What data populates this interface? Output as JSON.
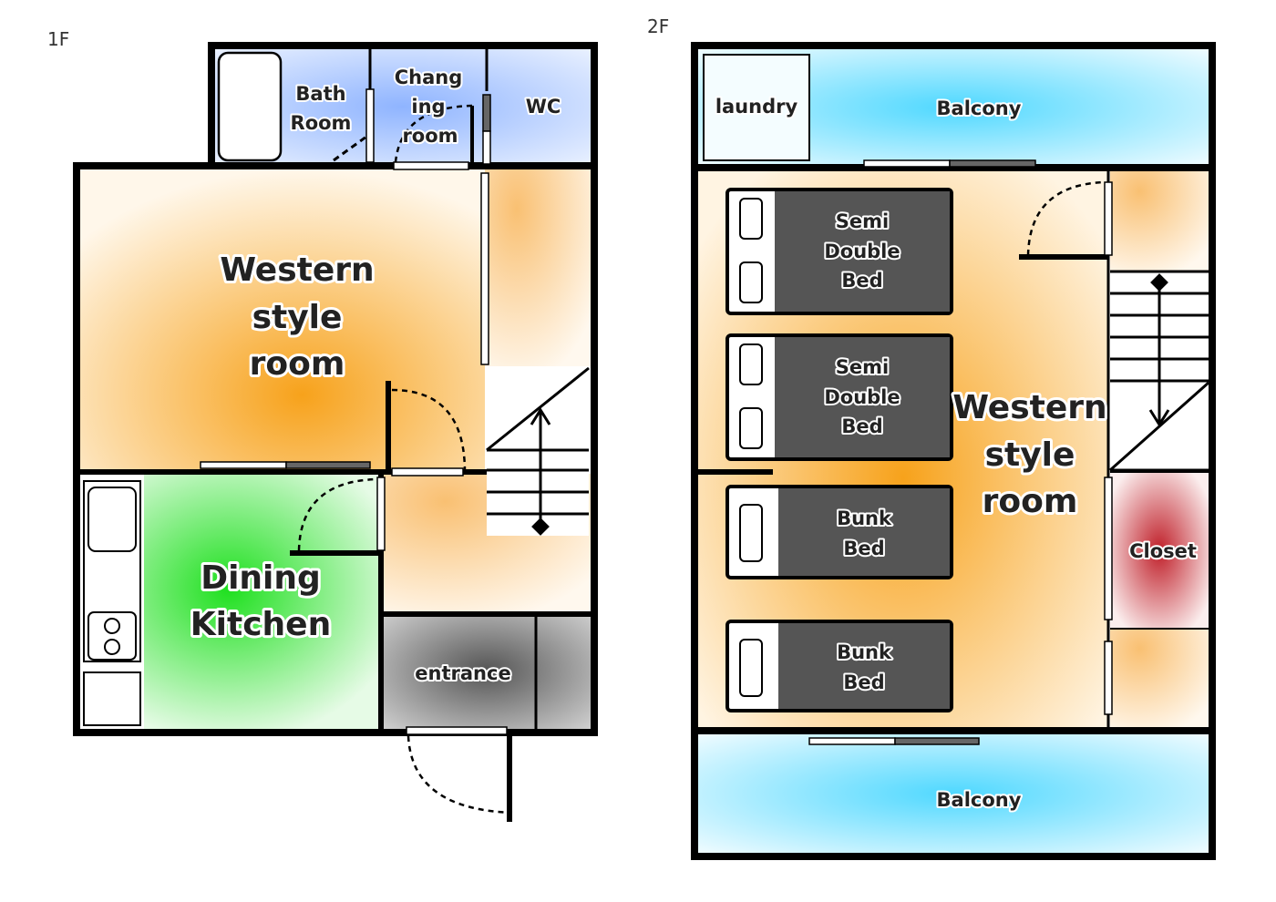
{
  "floors": {
    "first": {
      "label": "1F",
      "rooms": {
        "bath": [
          "Bath",
          "Room"
        ],
        "changing": [
          "Chang",
          "ing",
          "room"
        ],
        "wc": "WC",
        "western": [
          "Western",
          "style",
          "room"
        ],
        "dining": [
          "Dining",
          "Kitchen"
        ],
        "entrance": "entrance"
      }
    },
    "second": {
      "label": "2F",
      "rooms": {
        "laundry": "laundry",
        "balcony_top": "Balcony",
        "western": [
          "Western",
          "style",
          "room"
        ],
        "closet": "Closet",
        "balcony_bottom": "Balcony"
      },
      "beds": [
        {
          "lines": [
            "Semi",
            "Double",
            "Bed"
          ]
        },
        {
          "lines": [
            "Semi",
            "Double",
            "Bed"
          ]
        },
        {
          "lines": [
            "Bunk",
            "Bed"
          ]
        },
        {
          "lines": [
            "Bunk",
            "Bed"
          ]
        }
      ]
    }
  },
  "colors": {
    "western": "#f7a21b",
    "dining": "#1ee01e",
    "bath": "#8fb4ff",
    "balcony": "#4fd8ff",
    "closet": "#c0202a",
    "entrance": "#555555",
    "bed": "#555555"
  }
}
